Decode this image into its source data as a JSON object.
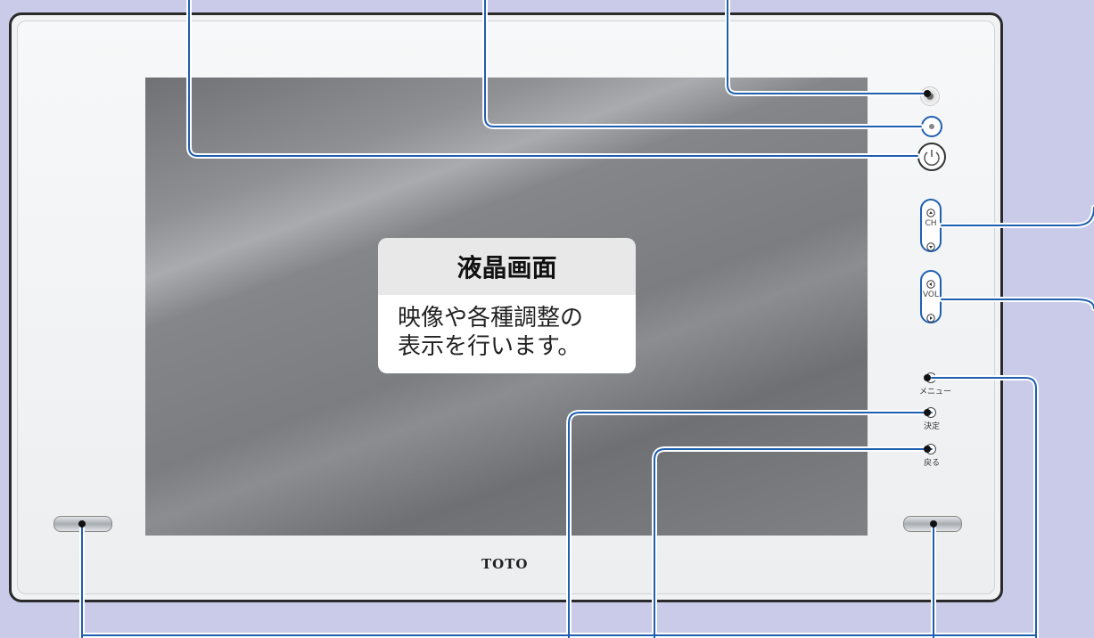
{
  "lcd": {
    "title": "液晶画面",
    "description_line1": "映像や各種調整の",
    "description_line2": "表示を行います。"
  },
  "brand": "TOTO",
  "buttons": {
    "ch_label": "CH",
    "vol_label": "VOL",
    "menu_label": "メニュー",
    "enter_label": "決定",
    "back_label": "戻る"
  },
  "colors": {
    "leader_line_blue": "#1f5fb0",
    "background": "#c9cbe9",
    "frame": "#f1f2f3"
  }
}
